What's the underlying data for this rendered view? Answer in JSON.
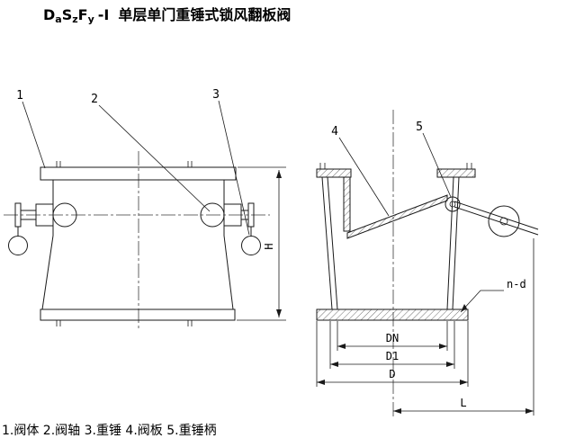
{
  "title": {
    "part1": "D",
    "sub1": "a",
    "part2": "S",
    "sub2": "z",
    "part3": "F",
    "sub3": "y",
    "suffix": "-Ⅰ",
    "name": "单层单门重锤式锁风翻板阀"
  },
  "part_labels": {
    "l1": "1",
    "l2": "2",
    "l3": "3",
    "l4": "4",
    "l5": "5"
  },
  "dimensions": {
    "height": "H",
    "dn": "DN",
    "d1": "D1",
    "d": "D",
    "l": "L",
    "bolt_holes": "n-d"
  },
  "caption": "1.阀体 2.阀轴 3.重锤 4.阀板 5.重锤柄",
  "colors": {
    "line": "#1a1a1a",
    "background": "#ffffff"
  }
}
